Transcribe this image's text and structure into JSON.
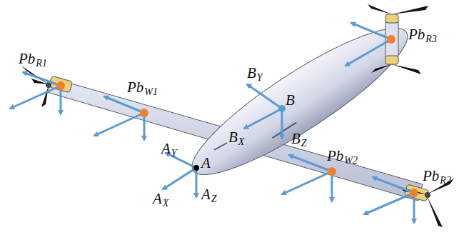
{
  "diagram": {
    "labels": [
      "Pb",
      "R1",
      "Pb",
      "W1",
      "B",
      "Y",
      "B",
      "B",
      "X",
      "B",
      "Z",
      "A",
      "Y",
      "A",
      "A",
      "X",
      "A",
      "Z",
      "Pb",
      "W2",
      "Pb",
      "R2",
      "Pb",
      "R3"
    ]
  }
}
